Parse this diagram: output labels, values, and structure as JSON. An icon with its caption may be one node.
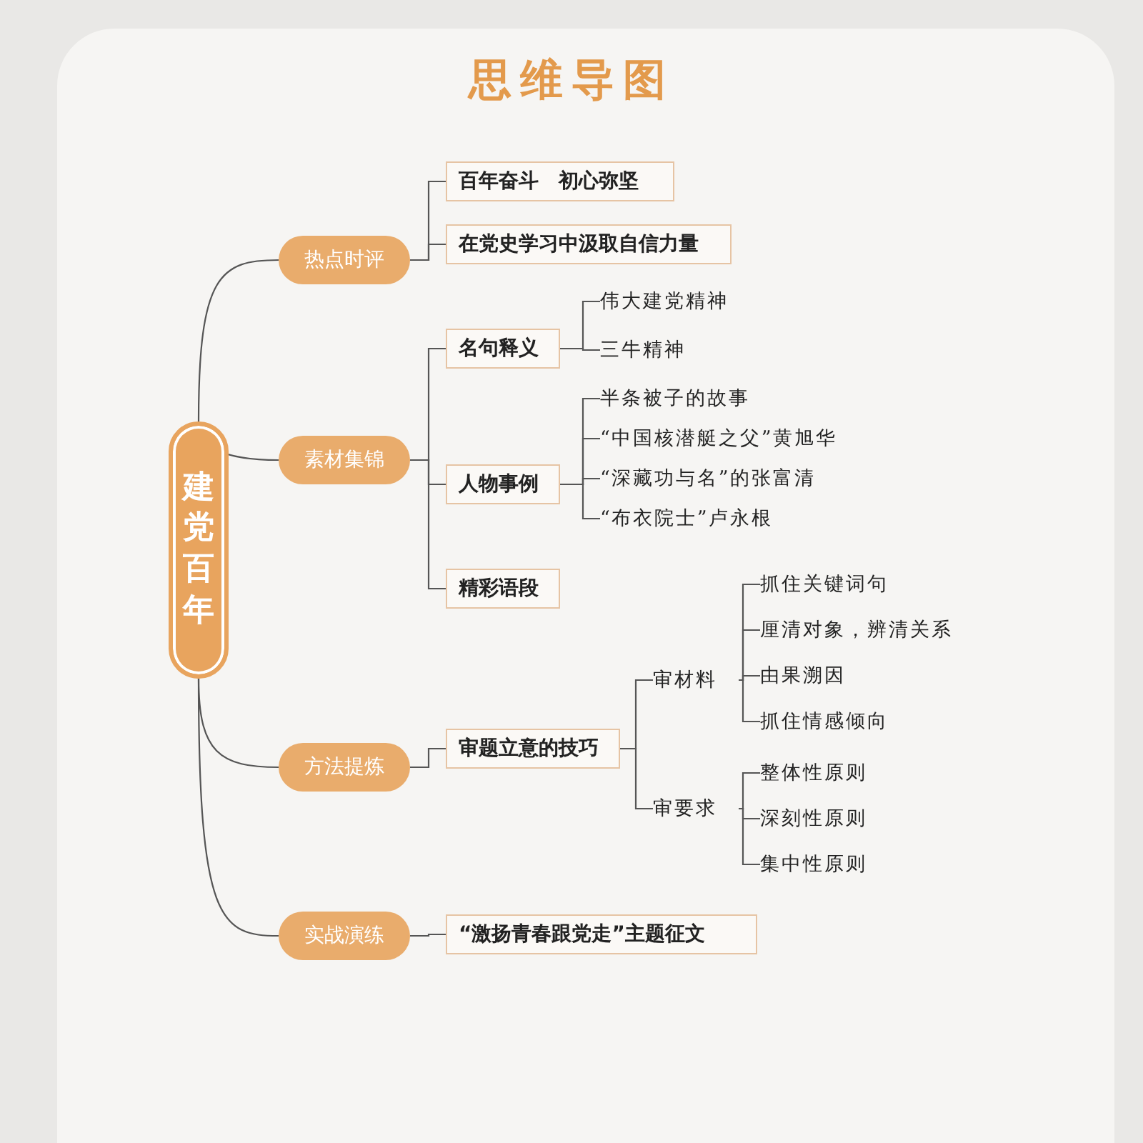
{
  "diagram": {
    "title": "思维导图",
    "nodes": [
      {
        "text": [
          "建党百年"
        ]
      },
      {
        "text": [
          "热点时评"
        ]
      },
      {
        "text": [
          "百年奋斗　初心弥坚"
        ]
      },
      {
        "text": [
          "在党史学习中汲取自信力量"
        ]
      },
      {
        "text": [
          "素材集锦"
        ]
      },
      {
        "text": [
          "名句释义"
        ]
      },
      {
        "text": [
          "伟大建党精神"
        ]
      },
      {
        "text": [
          "三牛精神"
        ]
      },
      {
        "text": [
          "人物事例"
        ]
      },
      {
        "text": [
          "半条被子的故事"
        ]
      },
      {
        "text": [
          "“中国核潜艇之父”黄旭华"
        ]
      },
      {
        "text": [
          "“深藏功与名”的张富清"
        ]
      },
      {
        "text": [
          "“布衣院士”卢永根"
        ]
      },
      {
        "text": [
          "精彩语段"
        ]
      },
      {
        "text": [
          "方法提炼"
        ]
      },
      {
        "text": [
          "审题立意的技巧"
        ]
      },
      {
        "text": [
          "审材料"
        ]
      },
      {
        "text": [
          "抓住关键词句"
        ]
      },
      {
        "text": [
          "厘清对象，辨清关系"
        ]
      },
      {
        "text": [
          "由果溯因"
        ]
      },
      {
        "text": [
          "抓住情感倾向"
        ]
      },
      {
        "text": [
          "审要求"
        ]
      },
      {
        "text": [
          "整体性原则"
        ]
      },
      {
        "text": [
          "深刻性原则"
        ]
      },
      {
        "text": [
          "集中性原则"
        ]
      },
      {
        "text": [
          "实战演练"
        ]
      },
      {
        "text": [
          "“激扬青春跟党走”主题征文"
        ]
      }
    ],
    "edges": [
      {
        "from": 0,
        "to": 1,
        "arrow": "none"
      },
      {
        "from": 0,
        "to": 4,
        "arrow": "none"
      },
      {
        "from": 0,
        "to": 14,
        "arrow": "none"
      },
      {
        "from": 0,
        "to": 25,
        "arrow": "none"
      },
      {
        "from": 1,
        "to": 2,
        "arrow": "none"
      },
      {
        "from": 1,
        "to": 3,
        "arrow": "none"
      },
      {
        "from": 4,
        "to": 5,
        "arrow": "none"
      },
      {
        "from": 4,
        "to": 8,
        "arrow": "none"
      },
      {
        "from": 4,
        "to": 13,
        "arrow": "none"
      },
      {
        "from": 5,
        "to": 6,
        "arrow": "none"
      },
      {
        "from": 5,
        "to": 7,
        "arrow": "none"
      },
      {
        "from": 8,
        "to": 9,
        "arrow": "none"
      },
      {
        "from": 8,
        "to": 10,
        "arrow": "none"
      },
      {
        "from": 8,
        "to": 11,
        "arrow": "none"
      },
      {
        "from": 8,
        "to": 12,
        "arrow": "none"
      },
      {
        "from": 14,
        "to": 15,
        "arrow": "none"
      },
      {
        "from": 15,
        "to": 16,
        "arrow": "none"
      },
      {
        "from": 15,
        "to": 21,
        "arrow": "none"
      },
      {
        "from": 16,
        "to": 17,
        "arrow": "none"
      },
      {
        "from": 16,
        "to": 18,
        "arrow": "none"
      },
      {
        "from": 16,
        "to": 19,
        "arrow": "none"
      },
      {
        "from": 16,
        "to": 20,
        "arrow": "none"
      },
      {
        "from": 21,
        "to": 22,
        "arrow": "none"
      },
      {
        "from": 21,
        "to": 23,
        "arrow": "none"
      },
      {
        "from": 21,
        "to": 24,
        "arrow": "none"
      },
      {
        "from": 25,
        "to": 26,
        "arrow": "none"
      }
    ]
  }
}
